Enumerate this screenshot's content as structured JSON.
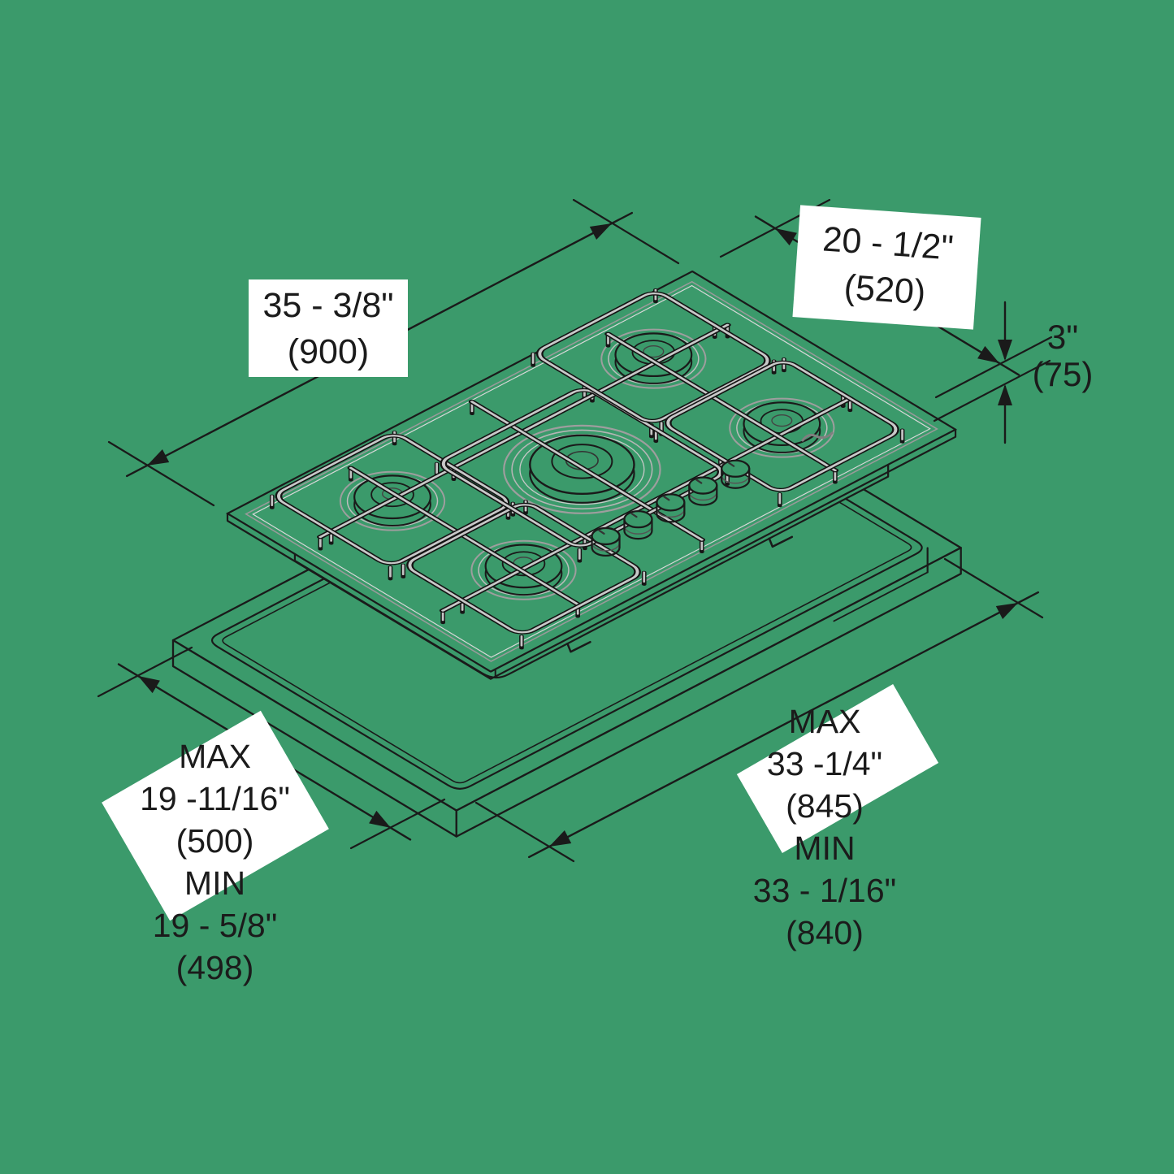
{
  "background_color": "#3B9A6B",
  "line_color": "#1A1A1A",
  "grate_highlight_color": "#C8C8C8",
  "label_box_color": "#FFFFFF",
  "labels": {
    "cooktop_length": {
      "value": "35 - 3/8\"",
      "mm": "(900)"
    },
    "cooktop_depth": {
      "value": "20 - 1/2\"",
      "mm": "(520)"
    },
    "cooktop_height": {
      "value": "3\"",
      "mm": "(75)"
    },
    "cutout_depth": {
      "max_label": "MAX",
      "max_value": "19 -11/16\"",
      "max_mm": "(500)",
      "min_label": "MIN",
      "min_value": "19 - 5/8\"",
      "min_mm": "(498)"
    },
    "cutout_length": {
      "max_label": "MAX",
      "max_value": "33 -1/4\"",
      "max_mm": "(845)",
      "min_label": "MIN",
      "min_value": "33 - 1/16\"",
      "min_mm": "(840)"
    }
  }
}
